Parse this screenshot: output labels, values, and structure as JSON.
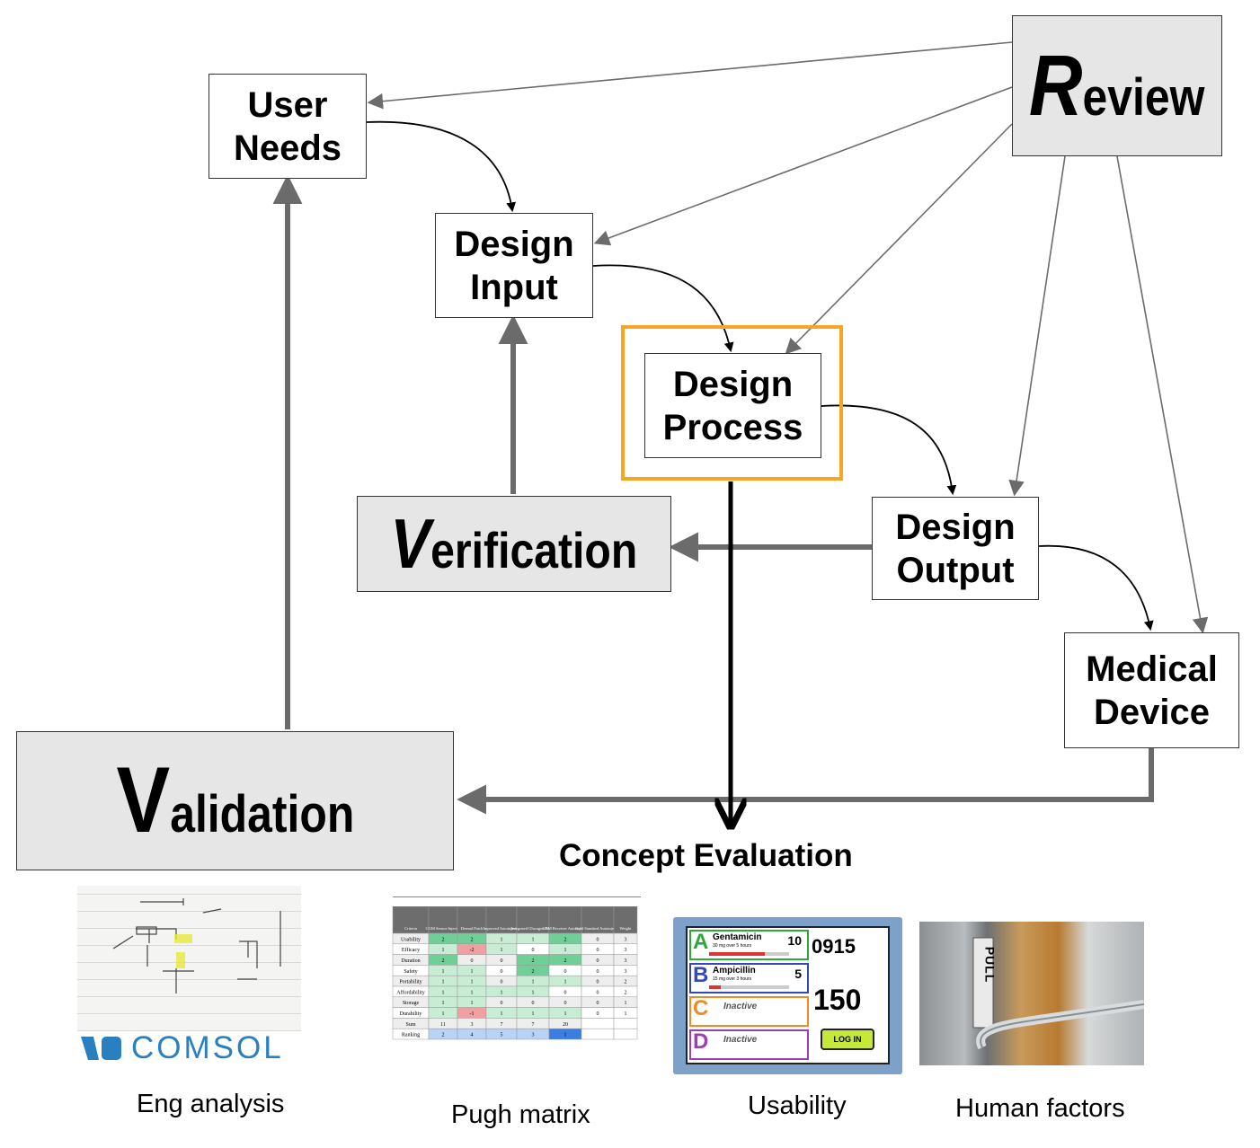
{
  "nodes": {
    "user_needs": "User\nNeeds",
    "design_input": "Design\nInput",
    "design_process": "Design\nProcess",
    "design_output": "Design\nOutput",
    "medical_device": "Medical\nDevice",
    "review": {
      "initial": "R",
      "rest": "eview"
    },
    "verification": {
      "initial": "V",
      "rest": "erification"
    },
    "validation": {
      "initial": "V",
      "rest": "alidation"
    }
  },
  "concept_evaluation": "Concept Evaluation",
  "examples": [
    {
      "caption": "Eng analysis",
      "logo": "COMSOL"
    },
    {
      "caption": "Pugh matrix"
    },
    {
      "caption": "Usability"
    },
    {
      "caption": "Human factors"
    }
  ],
  "pugh": {
    "headers": [
      "Criteria",
      "CGM Sensor Injector",
      "Dermal Patch",
      "Improved Autoinjector",
      "Integrated Glucagon Pump",
      "CGM Receiver Autoinjector",
      "Gold Standard Autoinjector",
      "Weight"
    ],
    "rows": [
      [
        "Usability",
        "2",
        "2",
        "1",
        "1",
        "2",
        "0",
        "3"
      ],
      [
        "Efficacy",
        "1",
        "-2",
        "1",
        "0",
        "1",
        "0",
        "3"
      ],
      [
        "Duration",
        "2",
        "0",
        "0",
        "2",
        "2",
        "0",
        "3"
      ],
      [
        "Safety",
        "1",
        "1",
        "0",
        "2",
        "0",
        "0",
        "3"
      ],
      [
        "Portability",
        "1",
        "1",
        "0",
        "1",
        "1",
        "0",
        "2"
      ],
      [
        "Affordability",
        "1",
        "1",
        "1",
        "1",
        "0",
        "0",
        "2"
      ],
      [
        "Storage",
        "1",
        "1",
        "0",
        "0",
        "0",
        "0",
        "1"
      ],
      [
        "Durability",
        "1",
        "-1",
        "1",
        "1",
        "1",
        "0",
        "1"
      ],
      [
        "Sum",
        "11",
        "3",
        "7",
        "7",
        "20",
        "",
        ""
      ],
      [
        "Ranking",
        "2",
        "4",
        "5",
        "3",
        "1",
        "",
        ""
      ]
    ]
  },
  "pump": {
    "drugs": [
      {
        "letter": "A",
        "name": "Gentamicin",
        "dose": "30 mg over 5 hours",
        "rate": "10",
        "color": "#2fa83a"
      },
      {
        "letter": "B",
        "name": "Ampicillin",
        "dose": "15 mg over 3 hours",
        "rate": "5",
        "color": "#3548b8"
      },
      {
        "letter": "C",
        "name": "Inactive",
        "color": "#f08a24"
      },
      {
        "letter": "D",
        "name": "Inactive",
        "color": "#9b3fb5"
      }
    ],
    "time": "0915",
    "current_rate": "150",
    "login": "LOG IN",
    "door_label": "PULL"
  },
  "colors": {
    "highlight": "#f5a623",
    "arrow_gray": "#6b6b6b",
    "box_gray": "#e6e6e6"
  }
}
